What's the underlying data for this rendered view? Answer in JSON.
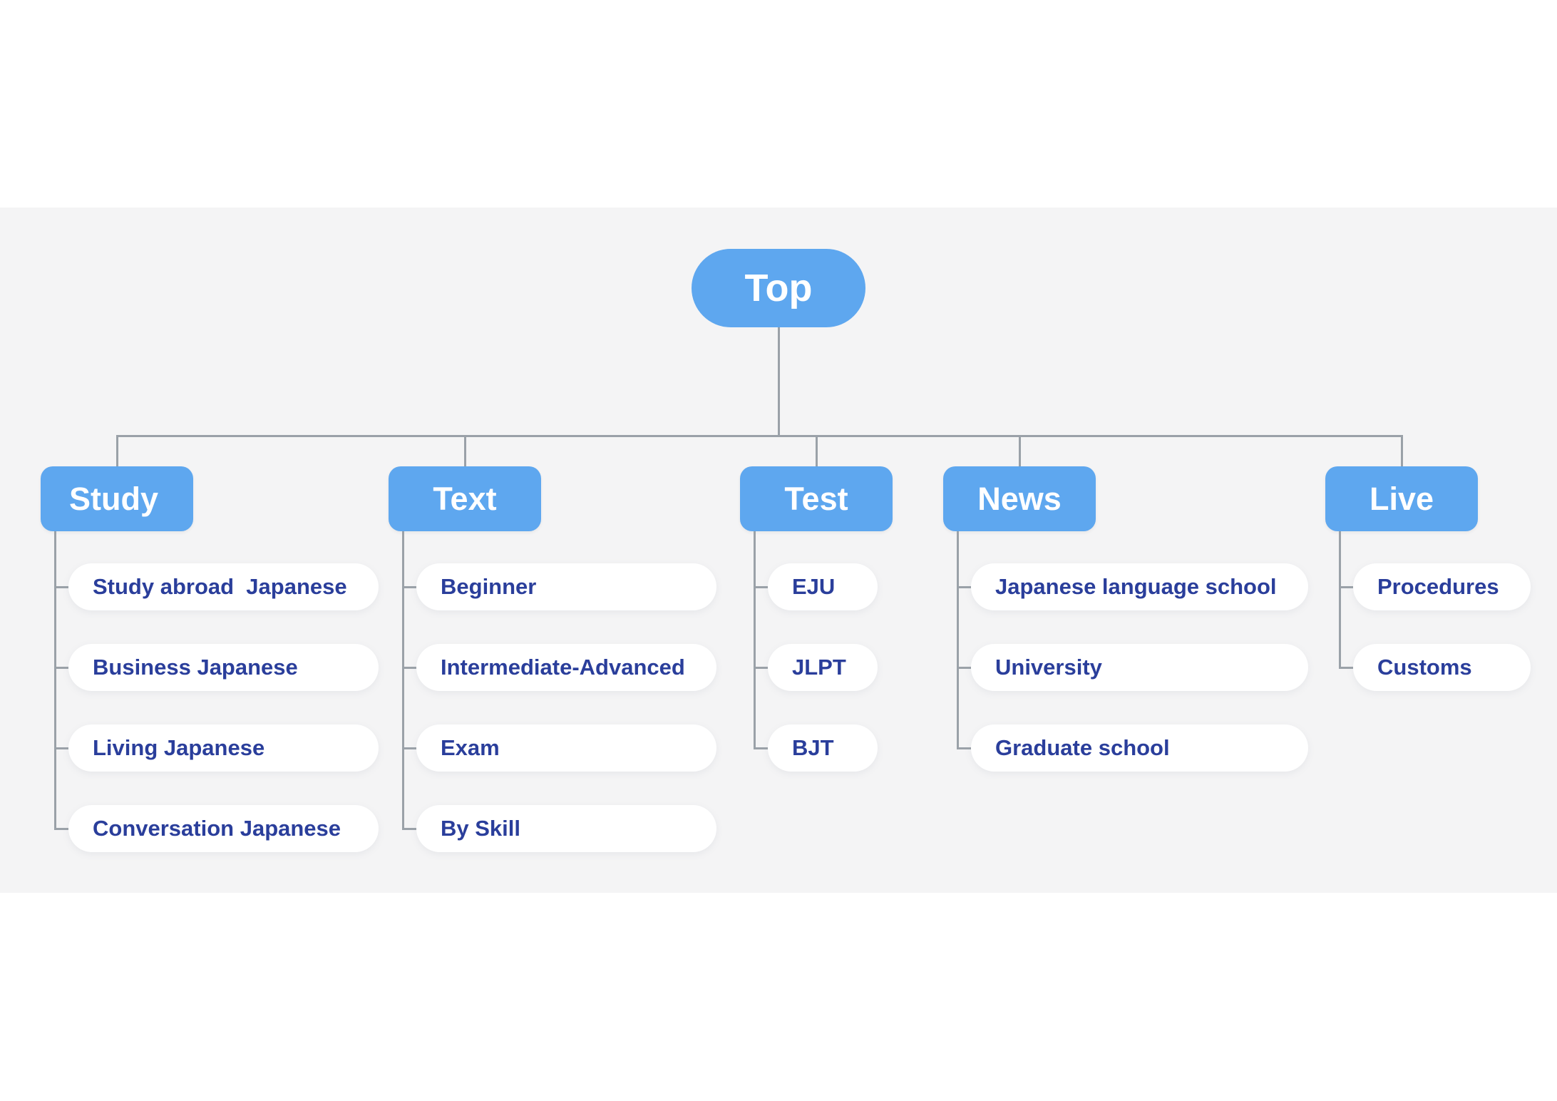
{
  "diagram": {
    "type": "sitemap-tree",
    "root": {
      "label": "Top"
    },
    "branches": [
      {
        "label": "Study",
        "children": [
          "Study abroad  Japanese",
          "Business Japanese",
          "Living Japanese",
          "Conversation Japanese"
        ]
      },
      {
        "label": "Text",
        "children": [
          "Beginner",
          "Intermediate-Advanced",
          "Exam",
          "By Skill"
        ]
      },
      {
        "label": "Test",
        "children": [
          "EJU",
          "JLPT",
          "BJT"
        ]
      },
      {
        "label": "News",
        "children": [
          "Japanese language school",
          "University",
          "Graduate school"
        ]
      },
      {
        "label": "Live",
        "children": [
          "Procedures",
          "Customs"
        ]
      }
    ],
    "colors": {
      "node_blue": "#5ea7ef",
      "node_text_white": "#ffffff",
      "child_text_navy": "#2a3e9b",
      "child_pill_white": "#ffffff",
      "connector_gray": "#9aa1a8",
      "band_gray": "#f4f4f5",
      "page_white": "#ffffff"
    }
  }
}
